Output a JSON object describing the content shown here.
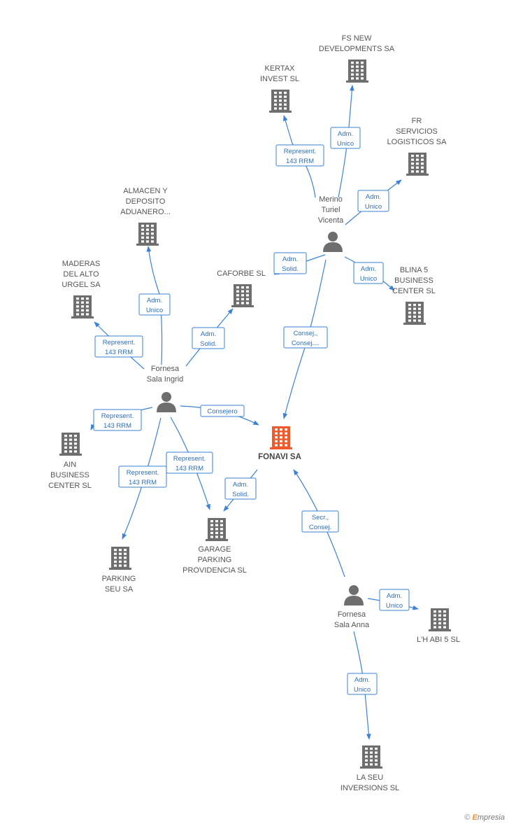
{
  "colors": {
    "accent": "#3b82d6",
    "company": "#6e6e6e",
    "main_company": "#f05a2b",
    "person": "#6e6e6e",
    "label": "#555555"
  },
  "nodes": [
    {
      "id": "fs_new",
      "kind": "company",
      "name": "fs-new-developments-node",
      "label": [
        "FS NEW",
        "DEVELOPMENTS SA"
      ]
    },
    {
      "id": "kertax",
      "kind": "company",
      "name": "kertax-invest-node",
      "label": [
        "KERTAX",
        "INVEST SL"
      ]
    },
    {
      "id": "fr_serv",
      "kind": "company",
      "name": "fr-servicios-logisticos-node",
      "label": [
        "FR",
        "SERVICIOS",
        "LOGISTICOS SA"
      ]
    },
    {
      "id": "merino",
      "kind": "person",
      "name": "merino-turiel-vicenta-node",
      "label": [
        "Merino",
        "Turiel",
        "Vicenta"
      ]
    },
    {
      "id": "almacen",
      "kind": "company",
      "name": "almacen-deposito-node",
      "label": [
        "ALMACEN Y",
        "DEPOSITO",
        "ADUANERO..."
      ]
    },
    {
      "id": "maderas",
      "kind": "company",
      "name": "maderas-alto-urgel-node",
      "label": [
        "MADERAS",
        "DEL ALTO",
        "URGEL SA"
      ]
    },
    {
      "id": "caforbe",
      "kind": "company",
      "name": "caforbe-node",
      "label": [
        "CAFORBE SL"
      ]
    },
    {
      "id": "blina",
      "kind": "company",
      "name": "blina-5-business-center-node",
      "label": [
        "BLINA 5",
        "BUSINESS",
        "CENTER SL"
      ]
    },
    {
      "id": "ingrid",
      "kind": "person",
      "name": "fornesa-sala-ingrid-node",
      "label": [
        "Fornesa",
        "Sala Ingrid"
      ]
    },
    {
      "id": "fonavi",
      "kind": "main",
      "name": "fonavi-sa-node",
      "label": [
        "FONAVI SA"
      ]
    },
    {
      "id": "ain",
      "kind": "company",
      "name": "ain-business-center-node",
      "label": [
        "AIN",
        "BUSINESS",
        "CENTER SL"
      ]
    },
    {
      "id": "garage",
      "kind": "company",
      "name": "garage-parking-providencia-node",
      "label": [
        "GARAGE",
        "PARKING",
        "PROVIDENCIA SL"
      ]
    },
    {
      "id": "parking",
      "kind": "company",
      "name": "parking-seu-node",
      "label": [
        "PARKING",
        "SEU SA"
      ]
    },
    {
      "id": "anna",
      "kind": "person",
      "name": "fornesa-sala-anna-node",
      "label": [
        "Fornesa",
        "Sala Anna"
      ]
    },
    {
      "id": "lhabi",
      "kind": "company",
      "name": "lhabi-5-node",
      "label": [
        "L'H ABI 5 SL"
      ]
    },
    {
      "id": "laseu",
      "kind": "company",
      "name": "la-seu-inversions-node",
      "label": [
        "LA SEU",
        "INVERSIONS  SL"
      ]
    }
  ],
  "edges": [
    {
      "name": "edge-merino-kertax",
      "label": [
        "Represent.",
        "143 RRM"
      ]
    },
    {
      "name": "edge-merino-fsnew",
      "label": [
        "Adm.",
        "Unico"
      ]
    },
    {
      "name": "edge-merino-frserv",
      "label": [
        "Adm.",
        "Unico"
      ]
    },
    {
      "name": "edge-merino-caforbe",
      "label": [
        "Adm.",
        "Solid."
      ]
    },
    {
      "name": "edge-merino-blina",
      "label": [
        "Adm.",
        "Unico"
      ]
    },
    {
      "name": "edge-merino-fonavi",
      "label": [
        "Consej.,",
        "Consej...."
      ]
    },
    {
      "name": "edge-ingrid-almacen",
      "label": [
        "Adm.",
        "Unico"
      ]
    },
    {
      "name": "edge-ingrid-maderas",
      "label": [
        "Represent.",
        "143 RRM"
      ]
    },
    {
      "name": "edge-ingrid-caforbe",
      "label": [
        "Adm.",
        "Solid."
      ]
    },
    {
      "name": "edge-ingrid-fonavi",
      "label": [
        "Consejero"
      ]
    },
    {
      "name": "edge-ingrid-ain",
      "label": [
        "Represent.",
        "143 RRM"
      ]
    },
    {
      "name": "edge-ingrid-garage",
      "label": [
        "Represent.",
        "143 RRM"
      ]
    },
    {
      "name": "edge-ingrid-parking",
      "label": [
        "Represent.",
        "143 RRM"
      ]
    },
    {
      "name": "edge-fonavi-garage",
      "label": [
        "Adm.",
        "Solid."
      ]
    },
    {
      "name": "edge-anna-fonavi",
      "label": [
        "Secr.,",
        "Consej."
      ]
    },
    {
      "name": "edge-anna-lhabi",
      "label": [
        "Adm.",
        "Unico"
      ]
    },
    {
      "name": "edge-anna-laseu",
      "label": [
        "Adm.",
        "Unico"
      ]
    }
  ],
  "footer": {
    "copyright": "©",
    "brand_initial": "E",
    "brand_rest": "mpresia"
  }
}
